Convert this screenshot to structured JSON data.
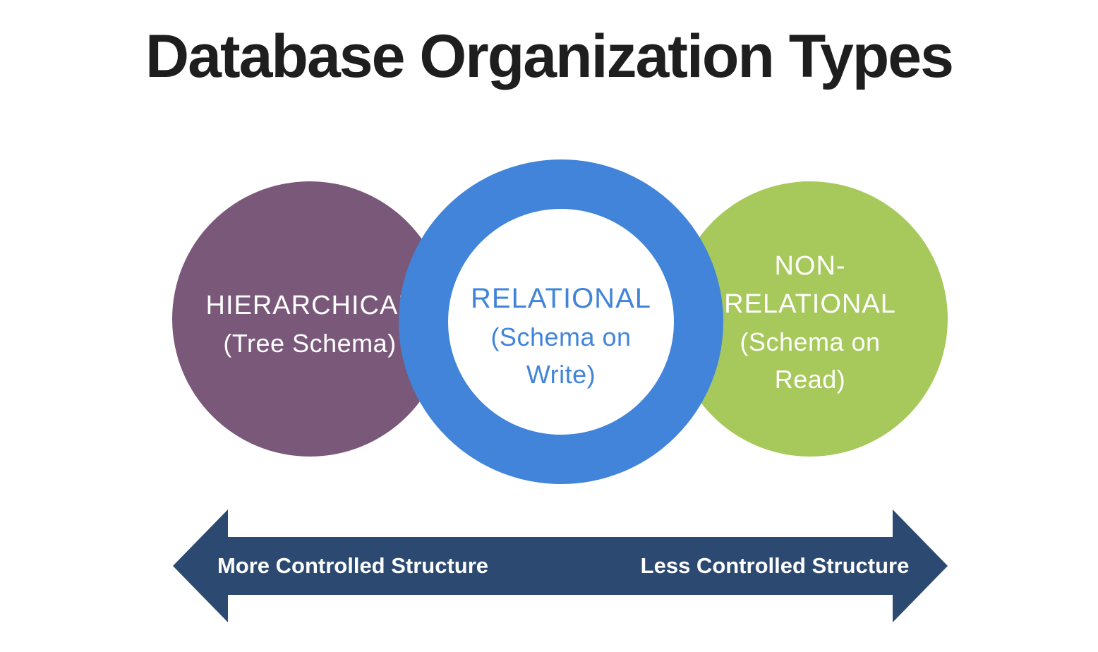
{
  "title": "Database Organization Types",
  "colors": {
    "title_text": "#1e1e1e",
    "hierarchical_purple": "#7a5879",
    "relational_blue": "#4184d9",
    "non_relational_green": "#a7c85a",
    "arrow_navy": "#2c4a71",
    "circle_text_white": "#ffffff"
  },
  "circles": {
    "hierarchical": {
      "lines": [
        "HIERARCHICAL",
        "(Tree Schema)"
      ]
    },
    "relational": {
      "lines": [
        "RELATIONAL",
        "(Schema on",
        "Write)"
      ]
    },
    "non_relational": {
      "lines": [
        "NON-",
        "RELATIONAL",
        "(Schema on",
        "Read)"
      ]
    }
  },
  "arrow": {
    "left_label": "More Controlled Structure",
    "right_label": "Less Controlled Structure"
  }
}
